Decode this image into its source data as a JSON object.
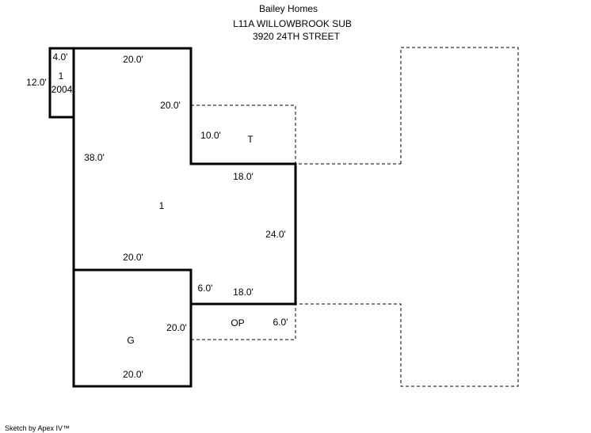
{
  "header": {
    "company": "Bailey Homes",
    "legal": "L11A WILLOWBROOK SUB",
    "address": "3920 24TH STREET"
  },
  "areas": {
    "addition": {
      "label": "1",
      "year": "2004",
      "width": "4.0'",
      "depth": "12.0'"
    },
    "main": {
      "label": "1",
      "top": "20.0'",
      "left": "38.0'",
      "inner_right": "20.0'",
      "step": "18.0'",
      "right": "24.0'",
      "bottom_step": "6.0'",
      "bottom": "18.0'",
      "garage_top": "20.0'"
    },
    "terrace": {
      "label": "T",
      "depth": "10.0'"
    },
    "porch": {
      "label": "OP",
      "left": "20.0'",
      "right": "6.0'"
    },
    "garage": {
      "label": "G",
      "bottom": "20.0'"
    }
  },
  "footer": {
    "credit": "Sketch by Apex IV™"
  }
}
